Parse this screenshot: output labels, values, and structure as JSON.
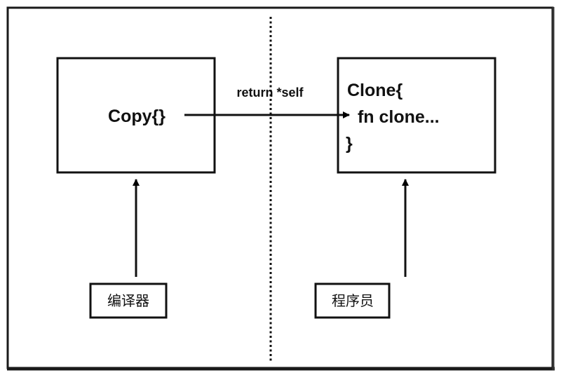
{
  "diagram": {
    "left_box": {
      "label": "Copy{}"
    },
    "right_box": {
      "lines": [
        "Clone{",
        " fn clone...",
        "}"
      ]
    },
    "arrow_label": "return *self",
    "left_source": {
      "label": "编译器"
    },
    "right_source": {
      "label": "程序员"
    }
  }
}
